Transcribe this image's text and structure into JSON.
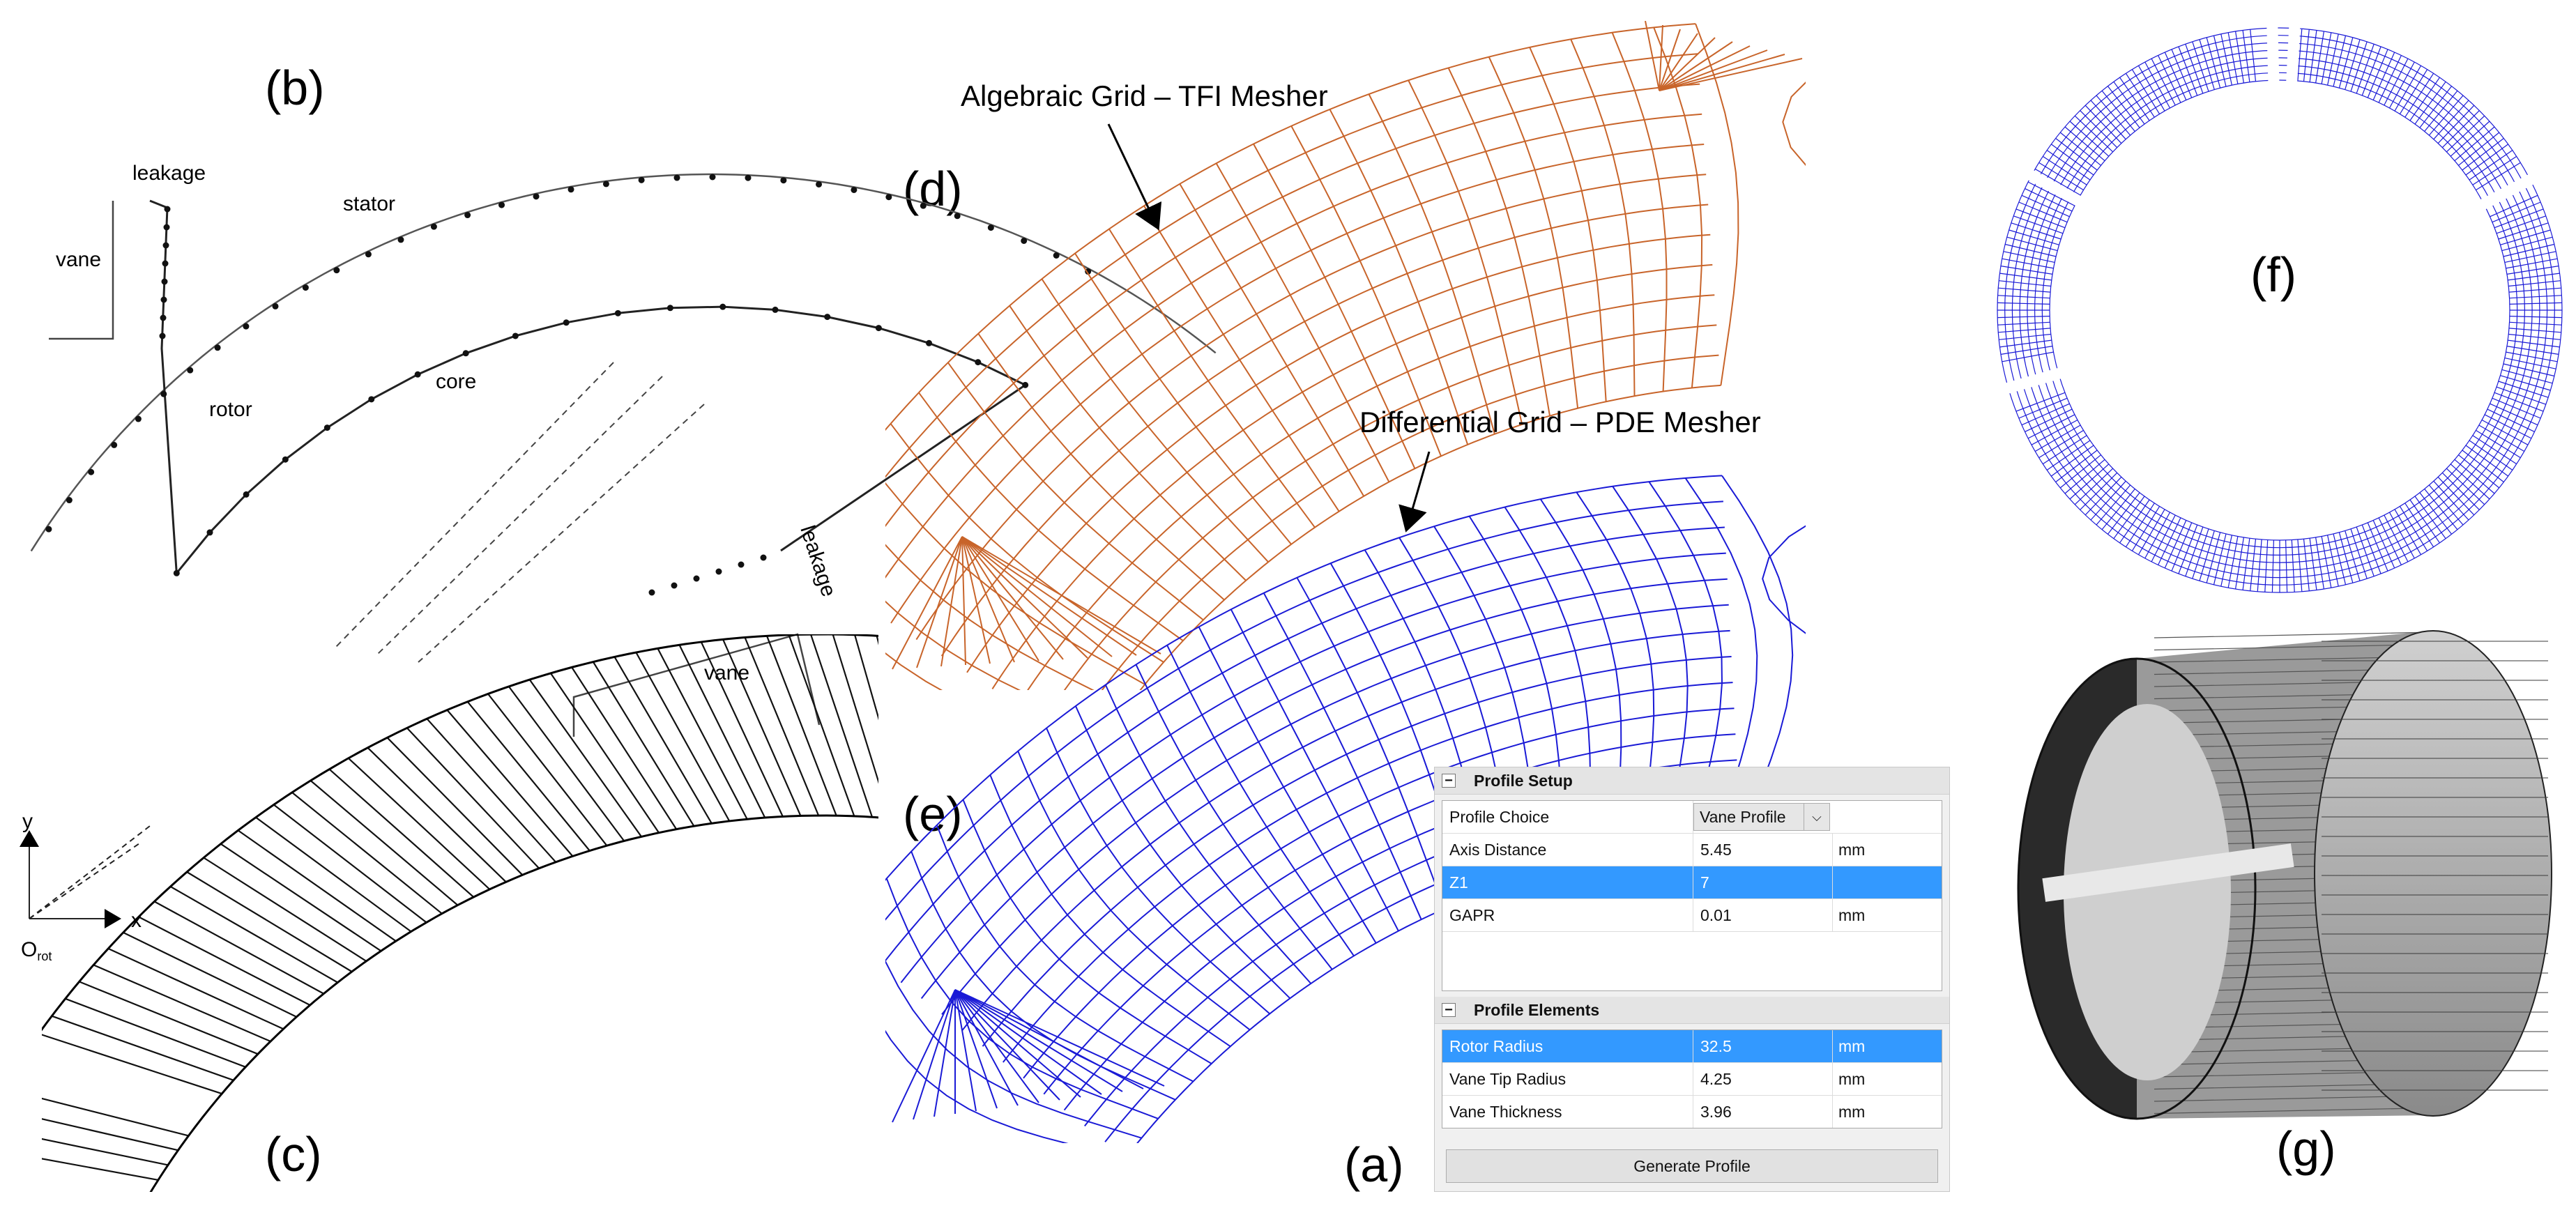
{
  "labels": {
    "b": "(b)",
    "c": "(c)",
    "d": "(d)",
    "e": "(e)",
    "f": "(f)",
    "g": "(g)",
    "a": "(a)"
  },
  "diagram_b": {
    "leakage_top": "leakage",
    "vane_left": "vane",
    "stator": "stator",
    "core": "core",
    "rotor": "rotor",
    "leakage_right": "leakage",
    "vane_bottom": "vane"
  },
  "diagram_c": {
    "axis_y": "y",
    "axis_x": "x",
    "origin": "O",
    "origin_sub": "rot"
  },
  "mesh_titles": {
    "algebraic": "Algebraic Grid – TFI Mesher",
    "differential": "Differential Grid – PDE Mesher"
  },
  "colors": {
    "algebraic_mesh": "#c8642a",
    "differential_mesh": "#1a1ad6",
    "selection": "#3399ff"
  },
  "ui": {
    "profile_setup": {
      "title": "Profile Setup",
      "rows": [
        {
          "name": "Profile Choice",
          "value": "Vane Profile",
          "unit": ""
        },
        {
          "name": "Axis Distance",
          "value": "5.45",
          "unit": "mm"
        },
        {
          "name": "Z1",
          "value": "7",
          "unit": ""
        },
        {
          "name": "GAPR",
          "value": "0.01",
          "unit": "mm"
        }
      ]
    },
    "profile_elements": {
      "title": "Profile Elements",
      "rows": [
        {
          "name": "Rotor Radius",
          "value": "32.5",
          "unit": "mm"
        },
        {
          "name": "Vane Tip Radius",
          "value": "4.25",
          "unit": "mm"
        },
        {
          "name": "Vane Thickness",
          "value": "3.96",
          "unit": "mm"
        }
      ]
    },
    "generate_label": "Generate Profile",
    "collapse_glyph": "−",
    "dropdown_glyph": "⌵"
  }
}
